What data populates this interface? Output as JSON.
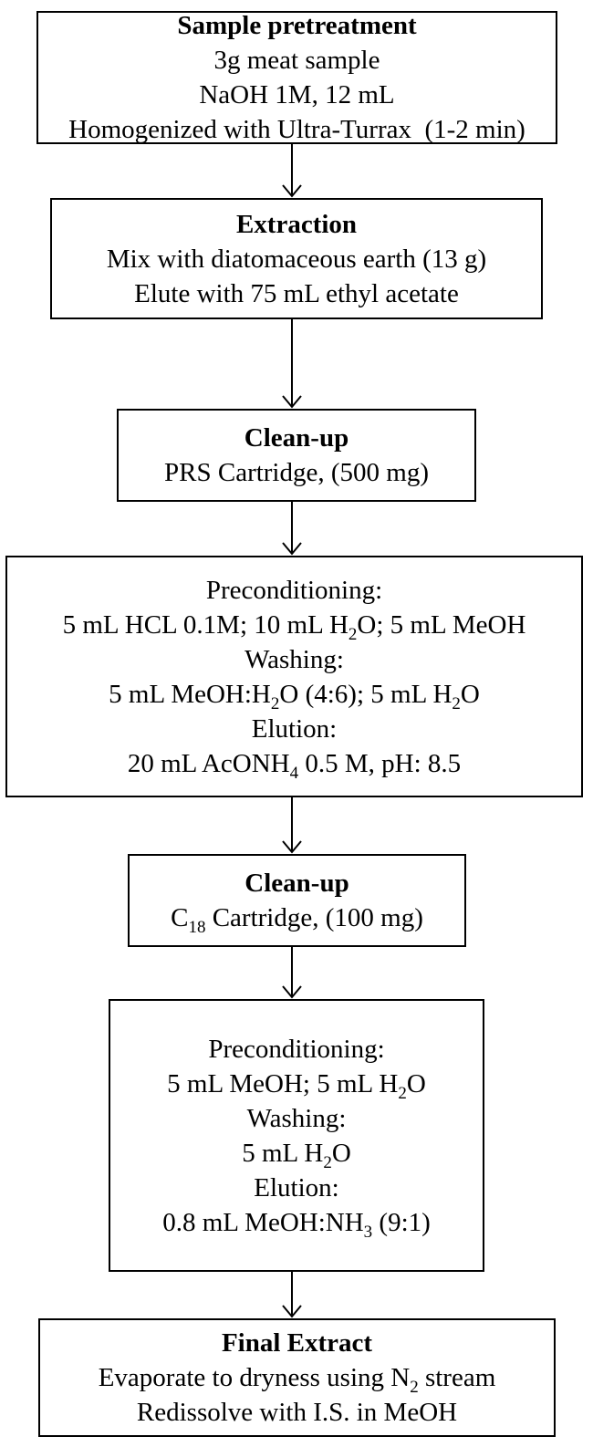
{
  "steps": [
    {
      "title": "Sample pretreatment",
      "lines": [
        "3g meat sample",
        "NaOH 1M, 12 mL",
        "Homogenized with Ultra-Turrax  (1-2 min)"
      ]
    },
    {
      "title": "Extraction",
      "lines": [
        "Mix with diatomaceous earth (13 g)",
        "Elute with 75 mL ethyl acetate"
      ]
    },
    {
      "title": "Clean-up",
      "lines": [
        "PRS Cartridge, (500 mg)"
      ]
    },
    {
      "lines": [
        "Preconditioning:",
        "5 mL HCL 0.1M; 10 mL H2O; 5 mL MeOH",
        "Washing:",
        "5 mL MeOH:H2O (4:6); 5 mL H2O",
        "Elution:",
        "20 mL AcONH4 0.5 M, pH: 8.5"
      ]
    },
    {
      "title": "Clean-up",
      "lines": [
        "C18 Cartridge, (100 mg)"
      ]
    },
    {
      "lines": [
        "Preconditioning:",
        "5 mL MeOH; 5 mL H2O",
        "Washing:",
        "5 mL H2O",
        "Elution:",
        "0.8 mL MeOH:NH3 (9:1)"
      ]
    },
    {
      "title": "Final Extract",
      "lines": [
        "Evaporate to dryness using N2 stream",
        "Redissolve with I.S. in MeOH"
      ]
    }
  ]
}
